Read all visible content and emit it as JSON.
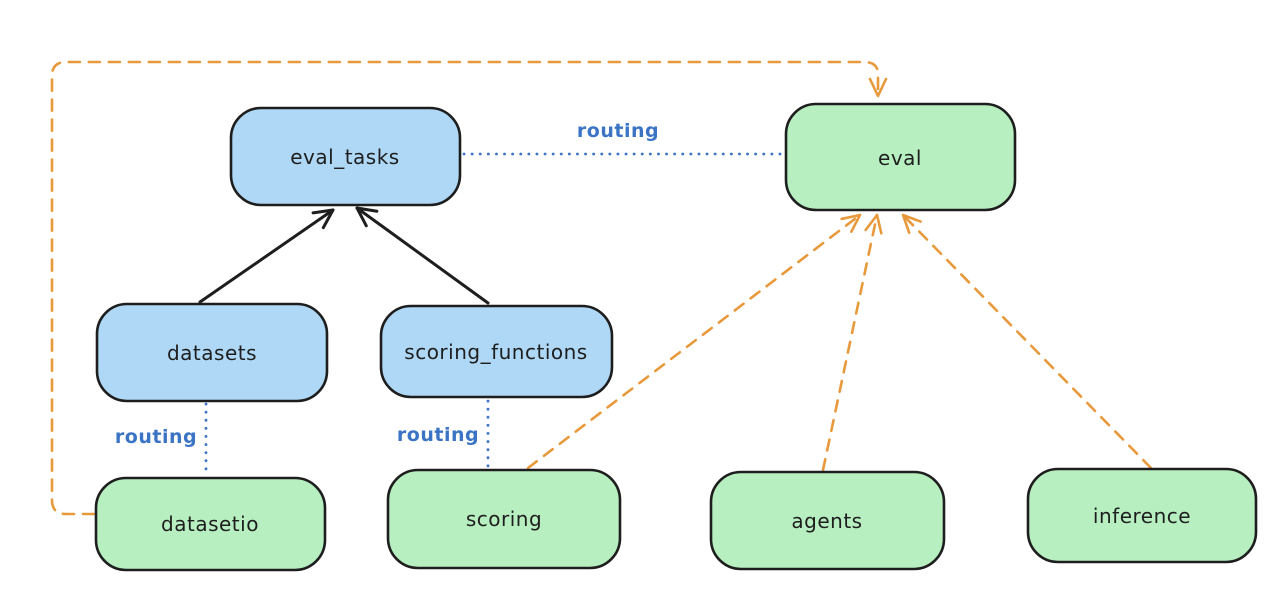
{
  "diagram": {
    "nodes": [
      {
        "id": "eval_tasks",
        "label": "eval_tasks",
        "color": "blue"
      },
      {
        "id": "eval",
        "label": "eval",
        "color": "green"
      },
      {
        "id": "datasets",
        "label": "datasets",
        "color": "blue"
      },
      {
        "id": "scoring_functions",
        "label": "scoring_functions",
        "color": "blue"
      },
      {
        "id": "datasetio",
        "label": "datasetio",
        "color": "green"
      },
      {
        "id": "scoring",
        "label": "scoring",
        "color": "green"
      },
      {
        "id": "agents",
        "label": "agents",
        "color": "green"
      },
      {
        "id": "inference",
        "label": "inference",
        "color": "green"
      }
    ],
    "edges": [
      {
        "from": "datasets",
        "to": "eval_tasks",
        "style": "solid-black-arrow",
        "label": ""
      },
      {
        "from": "scoring_functions",
        "to": "eval_tasks",
        "style": "solid-black-arrow",
        "label": ""
      },
      {
        "from": "eval_tasks",
        "to": "eval",
        "style": "dotted-blue",
        "label": "routing"
      },
      {
        "from": "datasets",
        "to": "datasetio",
        "style": "dotted-blue",
        "label": "routing"
      },
      {
        "from": "scoring_functions",
        "to": "scoring",
        "style": "dotted-blue",
        "label": "routing"
      },
      {
        "from": "datasetio",
        "to": "eval",
        "style": "dashed-orange-arrow",
        "label": ""
      },
      {
        "from": "scoring",
        "to": "eval",
        "style": "dashed-orange-arrow",
        "label": ""
      },
      {
        "from": "agents",
        "to": "eval",
        "style": "dashed-orange-arrow",
        "label": ""
      },
      {
        "from": "inference",
        "to": "eval",
        "style": "dashed-orange-arrow",
        "label": ""
      }
    ],
    "colors": {
      "blue_fill": "#aed8f5",
      "green_fill": "#b7efc1",
      "node_stroke": "#1e1e1e",
      "orange_line": "#e8993c",
      "blue_line": "#3b74c4",
      "background": "#ffffff"
    }
  }
}
